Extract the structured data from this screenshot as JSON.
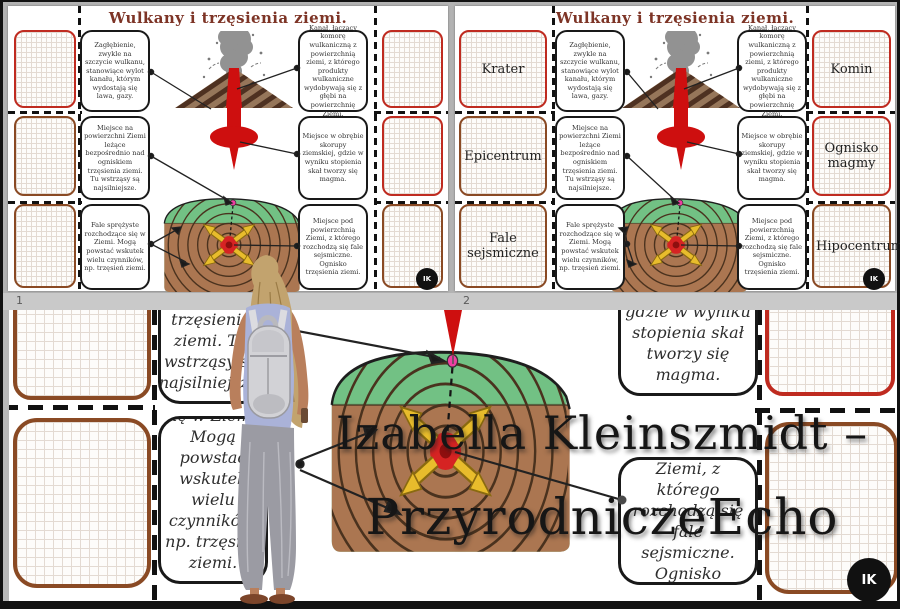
{
  "title": "Wulkany i trzęsienia ziemi.",
  "logo_badge": "IK",
  "watermark": {
    "line1": "Izabella Kleinszmidt –",
    "line2": "PrzyrodniczeEcho"
  },
  "definitions": {
    "krater": "Zagłębienie, zwykle na szczycie wulkanu, stanowiące wylot kanału, którym wydostają się lawa, gazy.",
    "komin": "Kanał, łączący komorę wulkaniczną z powierzchnią ziemi, z którego produkty wulkaniczne wydobywają się z głębi na powierzchnię Ziemi.",
    "epicentrum": "Miejsce na powierzchni Ziemi leżące bezpośrednio nad ogniskiem trzęsienia ziemi. Tu wstrząsy są najsilniejsze.",
    "ognisko_magmy": "Miejsce w obrębie skorupy ziemskiej, gdzie w wyniku stopienia skał tworzy się magma.",
    "fale_sejsmiczne": "Fale sprężyste rozchodzące się w Ziemi. Mogą powstać wskutek wielu czynników, np. trzęsień ziemi.",
    "hipocentrum": "Miejsce pod powierzchnią Ziemi, z którego rozchodzą się fale sejsmiczne. Ognisko trzęsienia ziemi."
  },
  "pages": [
    {
      "number": "1",
      "left_labels": [
        "",
        "",
        ""
      ],
      "right_labels": [
        "",
        "",
        ""
      ]
    },
    {
      "number": "2",
      "left_labels": [
        "Krater",
        "Epicentrum",
        "Fale sejsmiczne"
      ],
      "right_labels": [
        "Komin",
        "Ognisko magmy",
        "Hipocentrum"
      ]
    }
  ],
  "colors": {
    "title_brown": "#7d3426",
    "red_border": "#bf2b20",
    "brown_border": "#8a4a24",
    "lava_red": "#ce0f0f",
    "grass_green": "#72c184",
    "soil_brown": "#ab7651",
    "arrow_yellow": "#e8bc2c",
    "epicenter_pink": "#ee3fa2"
  }
}
